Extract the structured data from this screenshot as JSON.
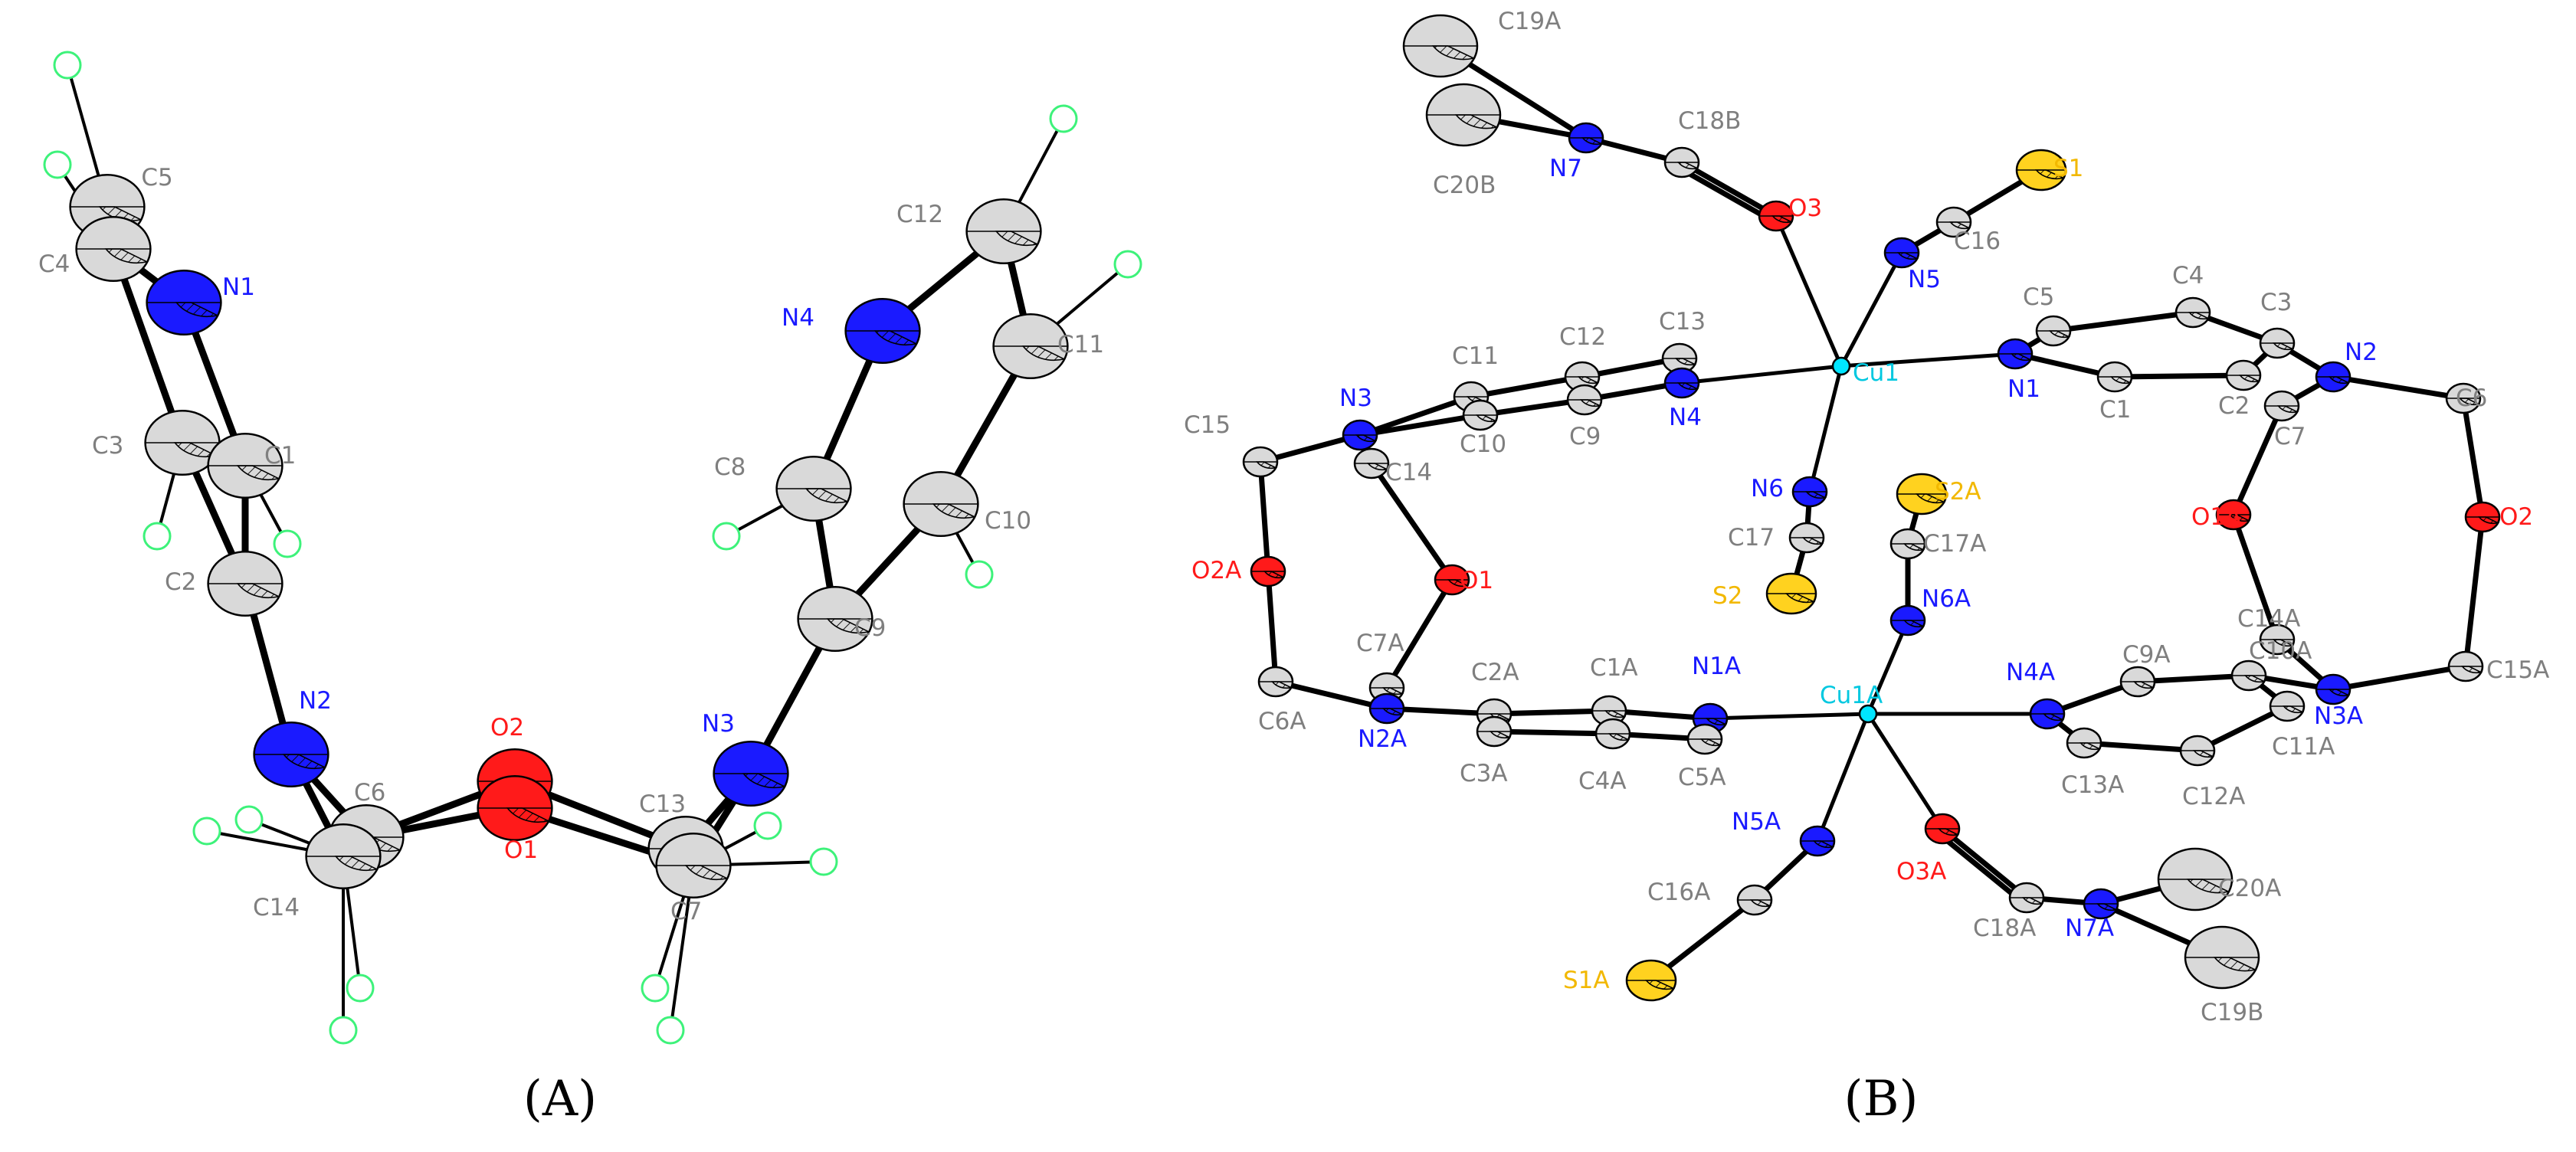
{
  "figure_a": {
    "caption": "(A)",
    "labels": {
      "C5": "C5",
      "C4": "C4",
      "N1": "N1",
      "C3": "C3",
      "C1": "C1",
      "C2": "C2",
      "N2": "N2",
      "C6": "C6",
      "O2": "O2",
      "O1": "O1",
      "C14": "C14",
      "N3": "N3",
      "C13": "C13",
      "C7": "C7",
      "C12": "C12",
      "N4": "N4",
      "C11": "C11",
      "C8": "C8",
      "C10": "C10",
      "C9": "C9"
    }
  },
  "figure_b": {
    "caption": "(B)",
    "labels": {
      "C19A": "C19A",
      "N7": "N7",
      "C18B": "C18B",
      "C20B": "C20B",
      "O3": "O3",
      "S1": "S1",
      "N5": "N5",
      "C16": "C16",
      "C5": "C5",
      "C4": "C4",
      "C3": "C3",
      "C11": "C11",
      "C12": "C12",
      "C13": "C13",
      "Cu1": "Cu1",
      "N1": "N1",
      "N2": "N2",
      "C6": "C6",
      "N3": "N3",
      "C10": "C10",
      "C9": "C9",
      "N4": "N4",
      "C1": "C1",
      "C2": "C2",
      "C7": "C7",
      "C15": "C15",
      "C14": "C14",
      "N6": "N6",
      "S2A": "S2A",
      "O1A": "O1A",
      "O2": "O2",
      "C17": "C17",
      "C17A": "C17A",
      "O2A": "O2A",
      "O1": "O1",
      "S2": "S2",
      "N6A": "N6A",
      "C14A": "C14A",
      "C15A": "C15A",
      "C7A": "C7A",
      "C2A": "C2A",
      "C1A": "C1A",
      "N1A": "N1A",
      "Cu1A": "Cu1A",
      "N4A": "N4A",
      "C9A": "C9A",
      "C10A": "C10A",
      "N3A": "N3A",
      "C6A": "C6A",
      "N2A": "N2A",
      "C3A": "C3A",
      "C4A": "C4A",
      "C5A": "C5A",
      "C13A": "C13A",
      "C12A": "C12A",
      "C11A": "C11A",
      "N5A": "N5A",
      "O3A": "O3A",
      "C16A": "C16A",
      "C20A": "C20A",
      "C18A": "C18A",
      "N7A": "N7A",
      "S1A": "S1A",
      "C19B": "C19B"
    }
  },
  "colors": {
    "carbon": "#d9d9d9",
    "nitrogen": "#1a1aff",
    "oxygen": "#ff1a1a",
    "sulfur": "#ffd21f",
    "copper": "#00e5ff",
    "hydrogen": "#3df27a",
    "label_carbon": "#7f7f7f"
  }
}
